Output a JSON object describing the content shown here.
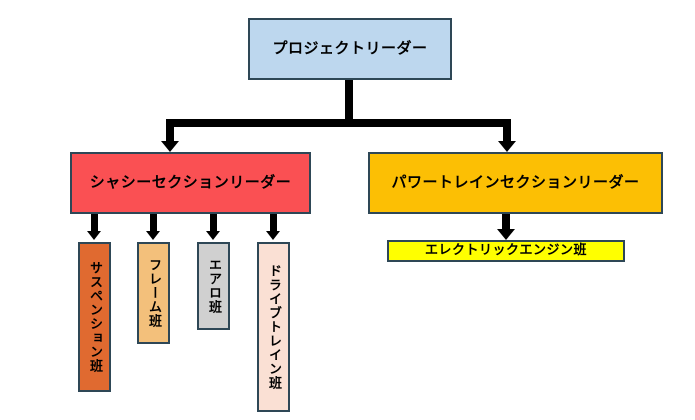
{
  "diagram": {
    "title_text": "",
    "type": "organizational-chart",
    "orientation": "top-down",
    "background_color": "#ffffff",
    "connector_color": "#000000",
    "border_color": "#2e4756"
  },
  "nodes": {
    "project_leader": {
      "label": "プロジェクトリーダー",
      "color": "#bdd7ee",
      "level": 1,
      "orientation": "horizontal"
    },
    "chassis_leader": {
      "label": "シャシーセクションリーダー",
      "color": "#fa5053",
      "level": 2,
      "orientation": "horizontal"
    },
    "powertrain_leader": {
      "label": "パワートレインセクションリーダー",
      "color": "#fcbf04",
      "level": 2,
      "orientation": "horizontal"
    },
    "suspension": {
      "label": "サスペンション班",
      "color": "#e06a30",
      "level": 3,
      "orientation": "vertical"
    },
    "frame": {
      "label": "フレーム班",
      "color": "#f3c07b",
      "level": 3,
      "orientation": "vertical"
    },
    "aero": {
      "label": "エアロ班",
      "color": "#d0d0d0",
      "level": 3,
      "orientation": "vertical"
    },
    "drivetrain": {
      "label": "ドライブトレイン班",
      "color": "#fae0d4",
      "level": 3,
      "orientation": "vertical"
    },
    "electric_engine": {
      "label": "エレクトリックエンジン班",
      "color": "#ffff00",
      "level": 3,
      "orientation": "horizontal"
    }
  },
  "edges": [
    {
      "from": "project_leader",
      "to": "chassis_leader"
    },
    {
      "from": "project_leader",
      "to": "powertrain_leader"
    },
    {
      "from": "chassis_leader",
      "to": "suspension"
    },
    {
      "from": "chassis_leader",
      "to": "frame"
    },
    {
      "from": "chassis_leader",
      "to": "aero"
    },
    {
      "from": "chassis_leader",
      "to": "drivetrain"
    },
    {
      "from": "powertrain_leader",
      "to": "electric_engine"
    }
  ]
}
